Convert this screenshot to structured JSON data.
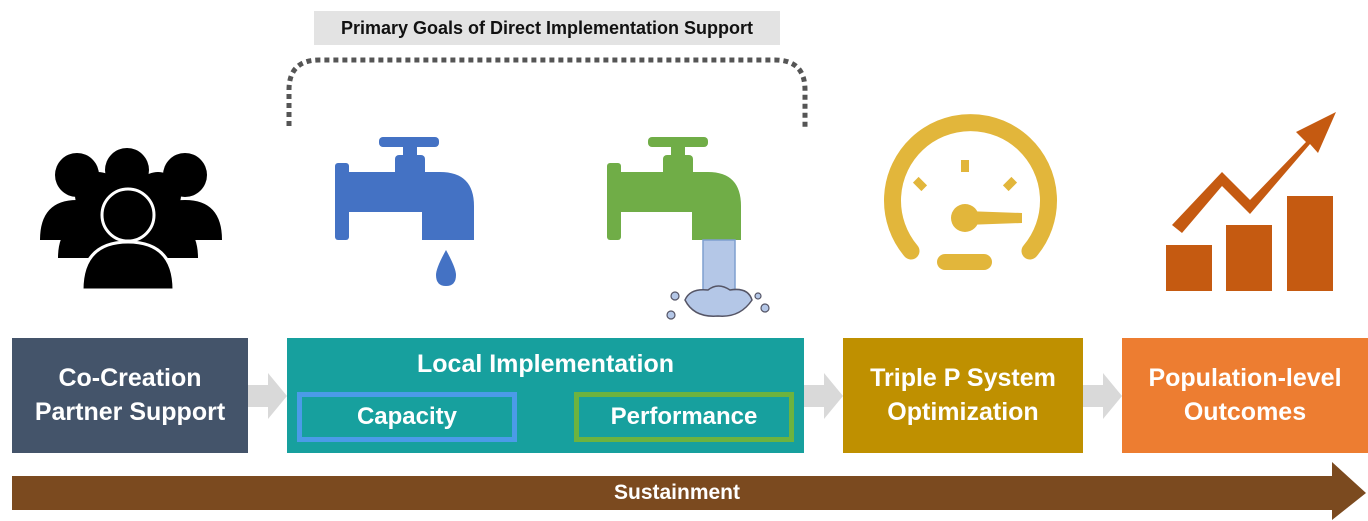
{
  "header": {
    "goals_label": "Primary Goals of Direct Implementation Support"
  },
  "stages": {
    "cocreation": {
      "line1": "Co-Creation",
      "line2": "Partner Support"
    },
    "local": {
      "title": "Local Implementation",
      "capacity": "Capacity",
      "performance": "Performance"
    },
    "triplep": {
      "line1": "Triple P System",
      "line2": "Optimization"
    },
    "population": {
      "line1": "Population-level",
      "line2": "Outcomes"
    }
  },
  "footer": {
    "sustainment": "Sustainment"
  },
  "colors": {
    "cocreation": "#44546a",
    "local": "#17a09e",
    "capacity_border": "#4b9be8",
    "performance_border": "#6db33f",
    "triplep": "#bf9000",
    "population": "#ed7d31",
    "sustainment": "#7b4a1f",
    "connector_arrow": "#d9d9d9"
  },
  "icons": {
    "cocreation": "people-group-icon",
    "capacity": "dripping-faucet-icon",
    "performance": "flowing-faucet-icon",
    "triplep": "speedometer-icon",
    "population": "growth-chart-icon"
  }
}
